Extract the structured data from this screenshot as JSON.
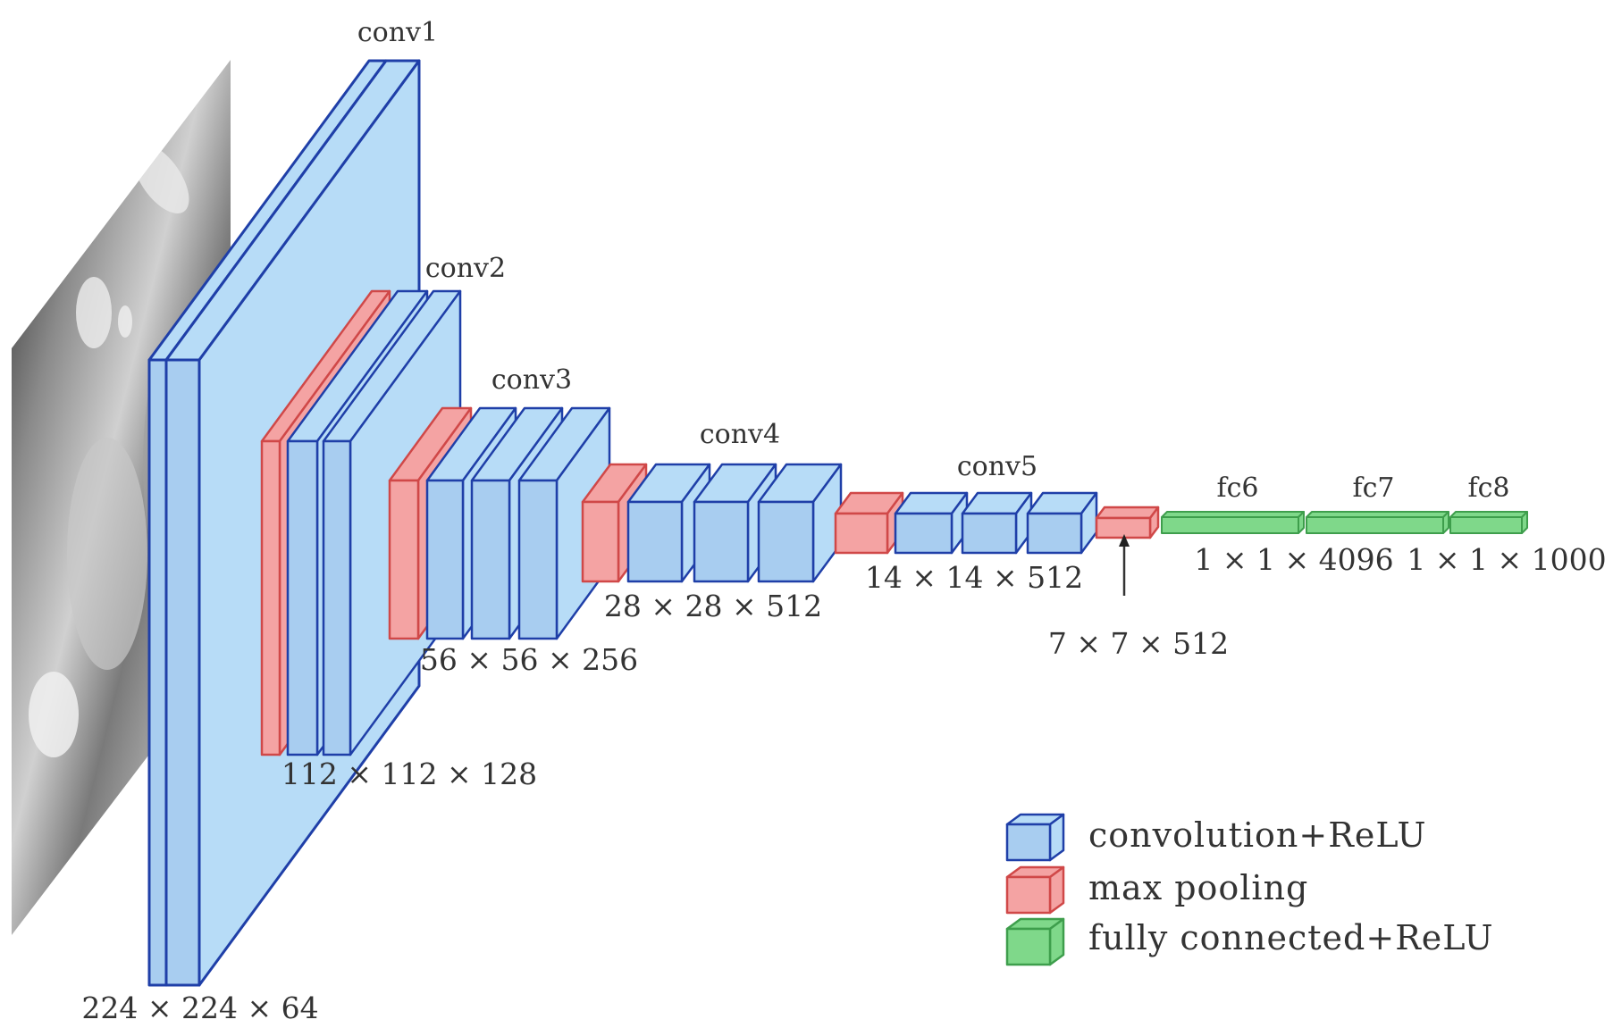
{
  "title": "VGG-16 network architecture",
  "colors": {
    "conv_fill": "#b7dcf7",
    "conv_face": "#a8cdf0",
    "conv_stroke": "#1f3fa8",
    "pool_fill": "#f4a3a3",
    "pool_stroke": "#d04848",
    "fc_fill": "#7fd88a",
    "fc_stroke": "#3e9e4c",
    "text": "#333333"
  },
  "input": {
    "name": "input-image",
    "description": "grayscale input image"
  },
  "groups": [
    {
      "id": "conv1",
      "label": "conv1",
      "dims": "224 × 224 × 64",
      "layers": [
        "conv",
        "conv"
      ]
    },
    {
      "id": "conv2",
      "label": "conv2",
      "dims": "112 × 112 × 128",
      "layers": [
        "pool",
        "conv",
        "conv"
      ]
    },
    {
      "id": "conv3",
      "label": "conv3",
      "dims": "56 × 56 × 256",
      "layers": [
        "pool",
        "conv",
        "conv",
        "conv"
      ]
    },
    {
      "id": "conv4",
      "label": "conv4",
      "dims": "28 × 28 × 512",
      "layers": [
        "pool",
        "conv",
        "conv",
        "conv"
      ]
    },
    {
      "id": "conv5",
      "label": "conv5",
      "dims": "14 × 14 × 512",
      "layers": [
        "pool",
        "conv",
        "conv",
        "conv"
      ]
    },
    {
      "id": "pool5",
      "label": "",
      "dims": "7 × 7 × 512",
      "layers": [
        "pool"
      ]
    }
  ],
  "fc": [
    {
      "id": "fc6",
      "label": "fc6"
    },
    {
      "id": "fc7",
      "label": "fc7"
    },
    {
      "id": "fc8",
      "label": "fc8"
    }
  ],
  "fc_dims": [
    {
      "id": "fc67-dims",
      "text": "1 × 1 × 4096"
    },
    {
      "id": "fc8-dims",
      "text": "1 × 1 × 1000"
    }
  ],
  "legend": [
    {
      "kind": "conv",
      "label": "convolution+ReLU"
    },
    {
      "kind": "pool",
      "label": "max pooling"
    },
    {
      "kind": "fc",
      "label": "fully connected+ReLU"
    }
  ]
}
